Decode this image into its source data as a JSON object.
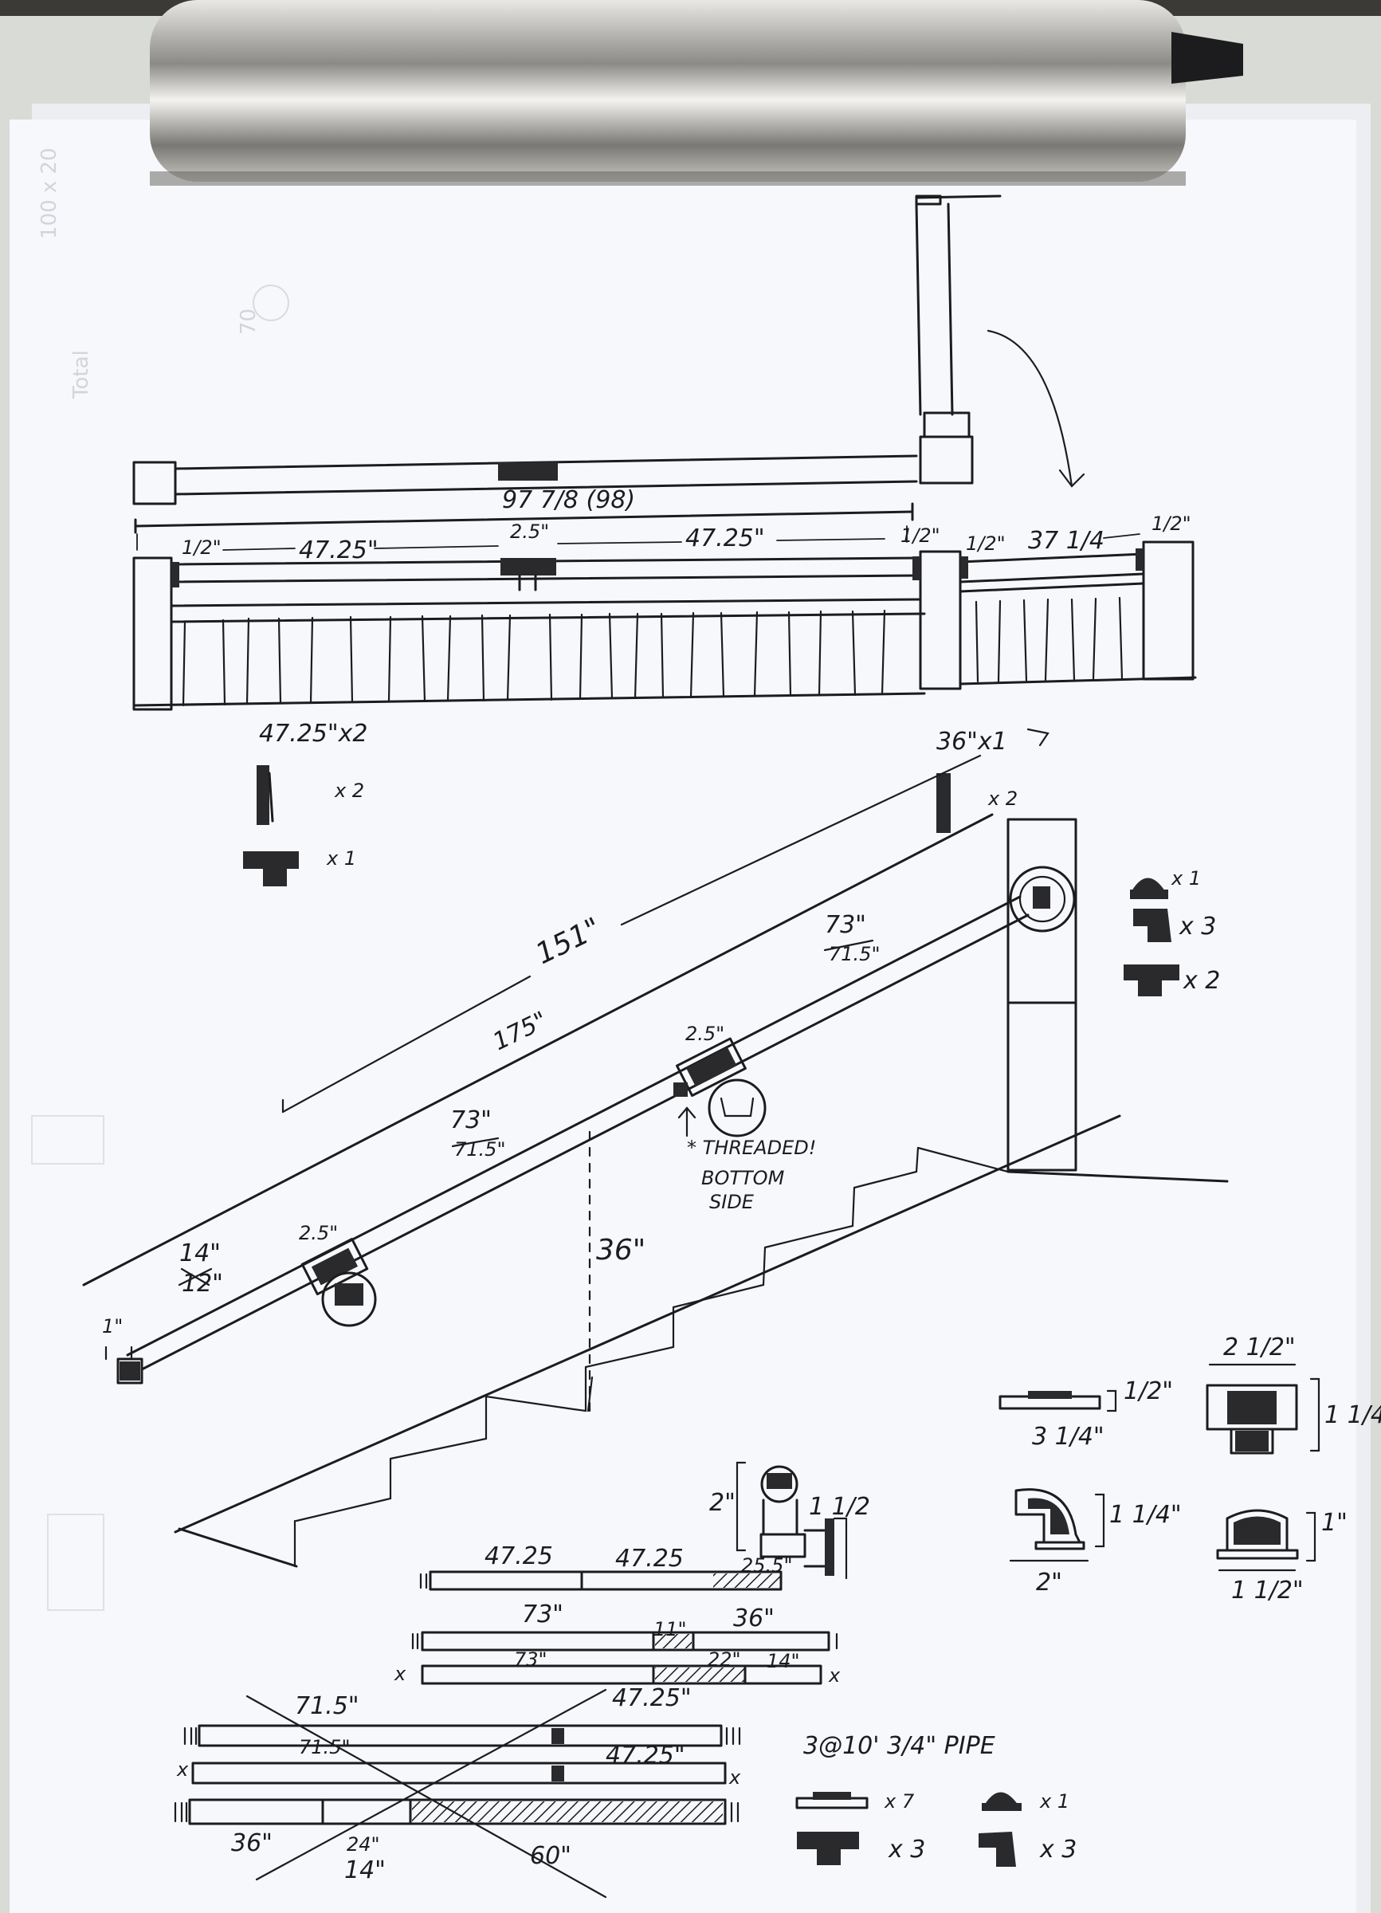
{
  "top_rail": {
    "total_length": "97 7/8 (98)",
    "left_gap": "1/2\"",
    "left_span": "47.25\"",
    "connector": "2.5\"",
    "right_span": "47.25\"",
    "right_gap": "1/2\"",
    "side_left_gap": "1/2\"",
    "side_span": "37 1/4",
    "side_right_gap": "1/2\""
  },
  "left_parts": {
    "length_note": "47.25\"x2",
    "qty_a": "x 2",
    "qty_b": "x 1"
  },
  "stair_rail": {
    "top_note": "36\"x1",
    "top_qty": "x 2",
    "overall": "151\"",
    "sub_overall": "175\"",
    "upper_span": "73\"",
    "upper_span_struck": "71.5\"",
    "upper_connector": "2.5\"",
    "lower_span": "73\"",
    "lower_span_struck": "71.5\"",
    "lower_connector": "2.5\"",
    "end_span": "14\"",
    "end_span_struck": "12\"",
    "end_gap": "1\"",
    "height": "36\"",
    "note_line1": "* THREADED!",
    "note_line2": "BOTTOM",
    "note_line3": "SIDE"
  },
  "right_parts": {
    "cap_qty": "x 1",
    "elbow_qty": "x 3",
    "tee_qty": "x 2"
  },
  "fitting_dims": {
    "flange_height": "1/2\"",
    "flange_width": "3 1/4\"",
    "tee_width": "2 1/2\"",
    "tee_height": "1 1/4\"",
    "elbow_height": "1 1/4\"",
    "elbow_width": "2\"",
    "cap_height": "1\"",
    "cap_width": "1 1/2\""
  },
  "offset_detail": {
    "width": "1 1/2",
    "height": "2\""
  },
  "cut_plan": {
    "row1_a": "47.25",
    "row1_b": "47.25",
    "row1_c": "25.5\"",
    "row2_a": "73\"",
    "row2_b": "11\"",
    "row2_c": "36\"",
    "row3_a": "73\"",
    "row3_b": "22\"",
    "row3_c": "14\"",
    "row3_mark": "x",
    "row3_mark_end": "x"
  },
  "old_plan": {
    "label_a": "71.5\"",
    "label_b": "47.25\"",
    "label_c": "71.5\"",
    "label_d": "47.25\"",
    "label_e": "36\"",
    "label_f": "24\"",
    "label_g": "14\"",
    "label_h": "60\"",
    "mark_left": "x",
    "mark_right": "x"
  },
  "materials": {
    "pipe": "3@10'  3/4\" PIPE",
    "flange_qty": "x 7",
    "cap_qty": "x 1",
    "tee_qty": "x 3",
    "elbow_qty": "x 3"
  },
  "colors": {
    "paper": "#f7f8fb",
    "ink": "#1c1c1e",
    "clip": "#b9b7b2",
    "board": "#d9dbd6",
    "background": "#3b3a36"
  },
  "icons": {
    "clipboard_clip": "clip-icon",
    "flange": "flange-icon",
    "tee": "tee-icon",
    "elbow": "elbow-icon",
    "cap": "cap-icon"
  }
}
